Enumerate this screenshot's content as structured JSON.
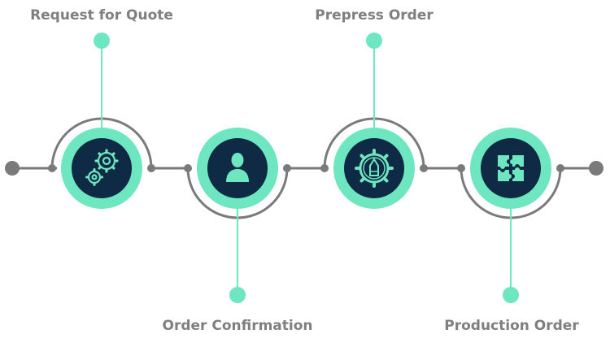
{
  "colors": {
    "accent": "#6ee6c0",
    "dark": "#0e2a44",
    "line": "#7a7a7a",
    "label": "#7f7f7f",
    "background": "#ffffff"
  },
  "steps": [
    {
      "label": "Request for Quote",
      "icon": "gears-icon",
      "label_position": "top"
    },
    {
      "label": "Order Confirmation",
      "icon": "person-icon",
      "label_position": "bottom"
    },
    {
      "label": "Prepress Order",
      "icon": "gear-pencil-icon",
      "label_position": "top"
    },
    {
      "label": "Production Order",
      "icon": "puzzle-icon",
      "label_position": "bottom"
    }
  ]
}
